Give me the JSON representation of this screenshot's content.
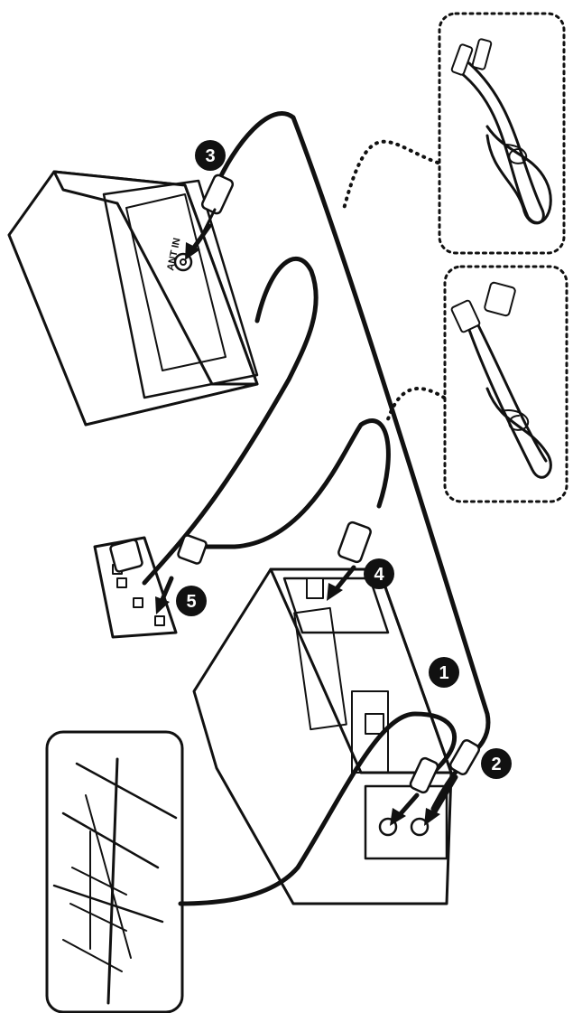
{
  "diagram": {
    "ant_in_label": "ANT IN",
    "steps": [
      {
        "number": "1"
      },
      {
        "number": "2"
      },
      {
        "number": "3"
      },
      {
        "number": "4"
      },
      {
        "number": "5"
      }
    ]
  }
}
